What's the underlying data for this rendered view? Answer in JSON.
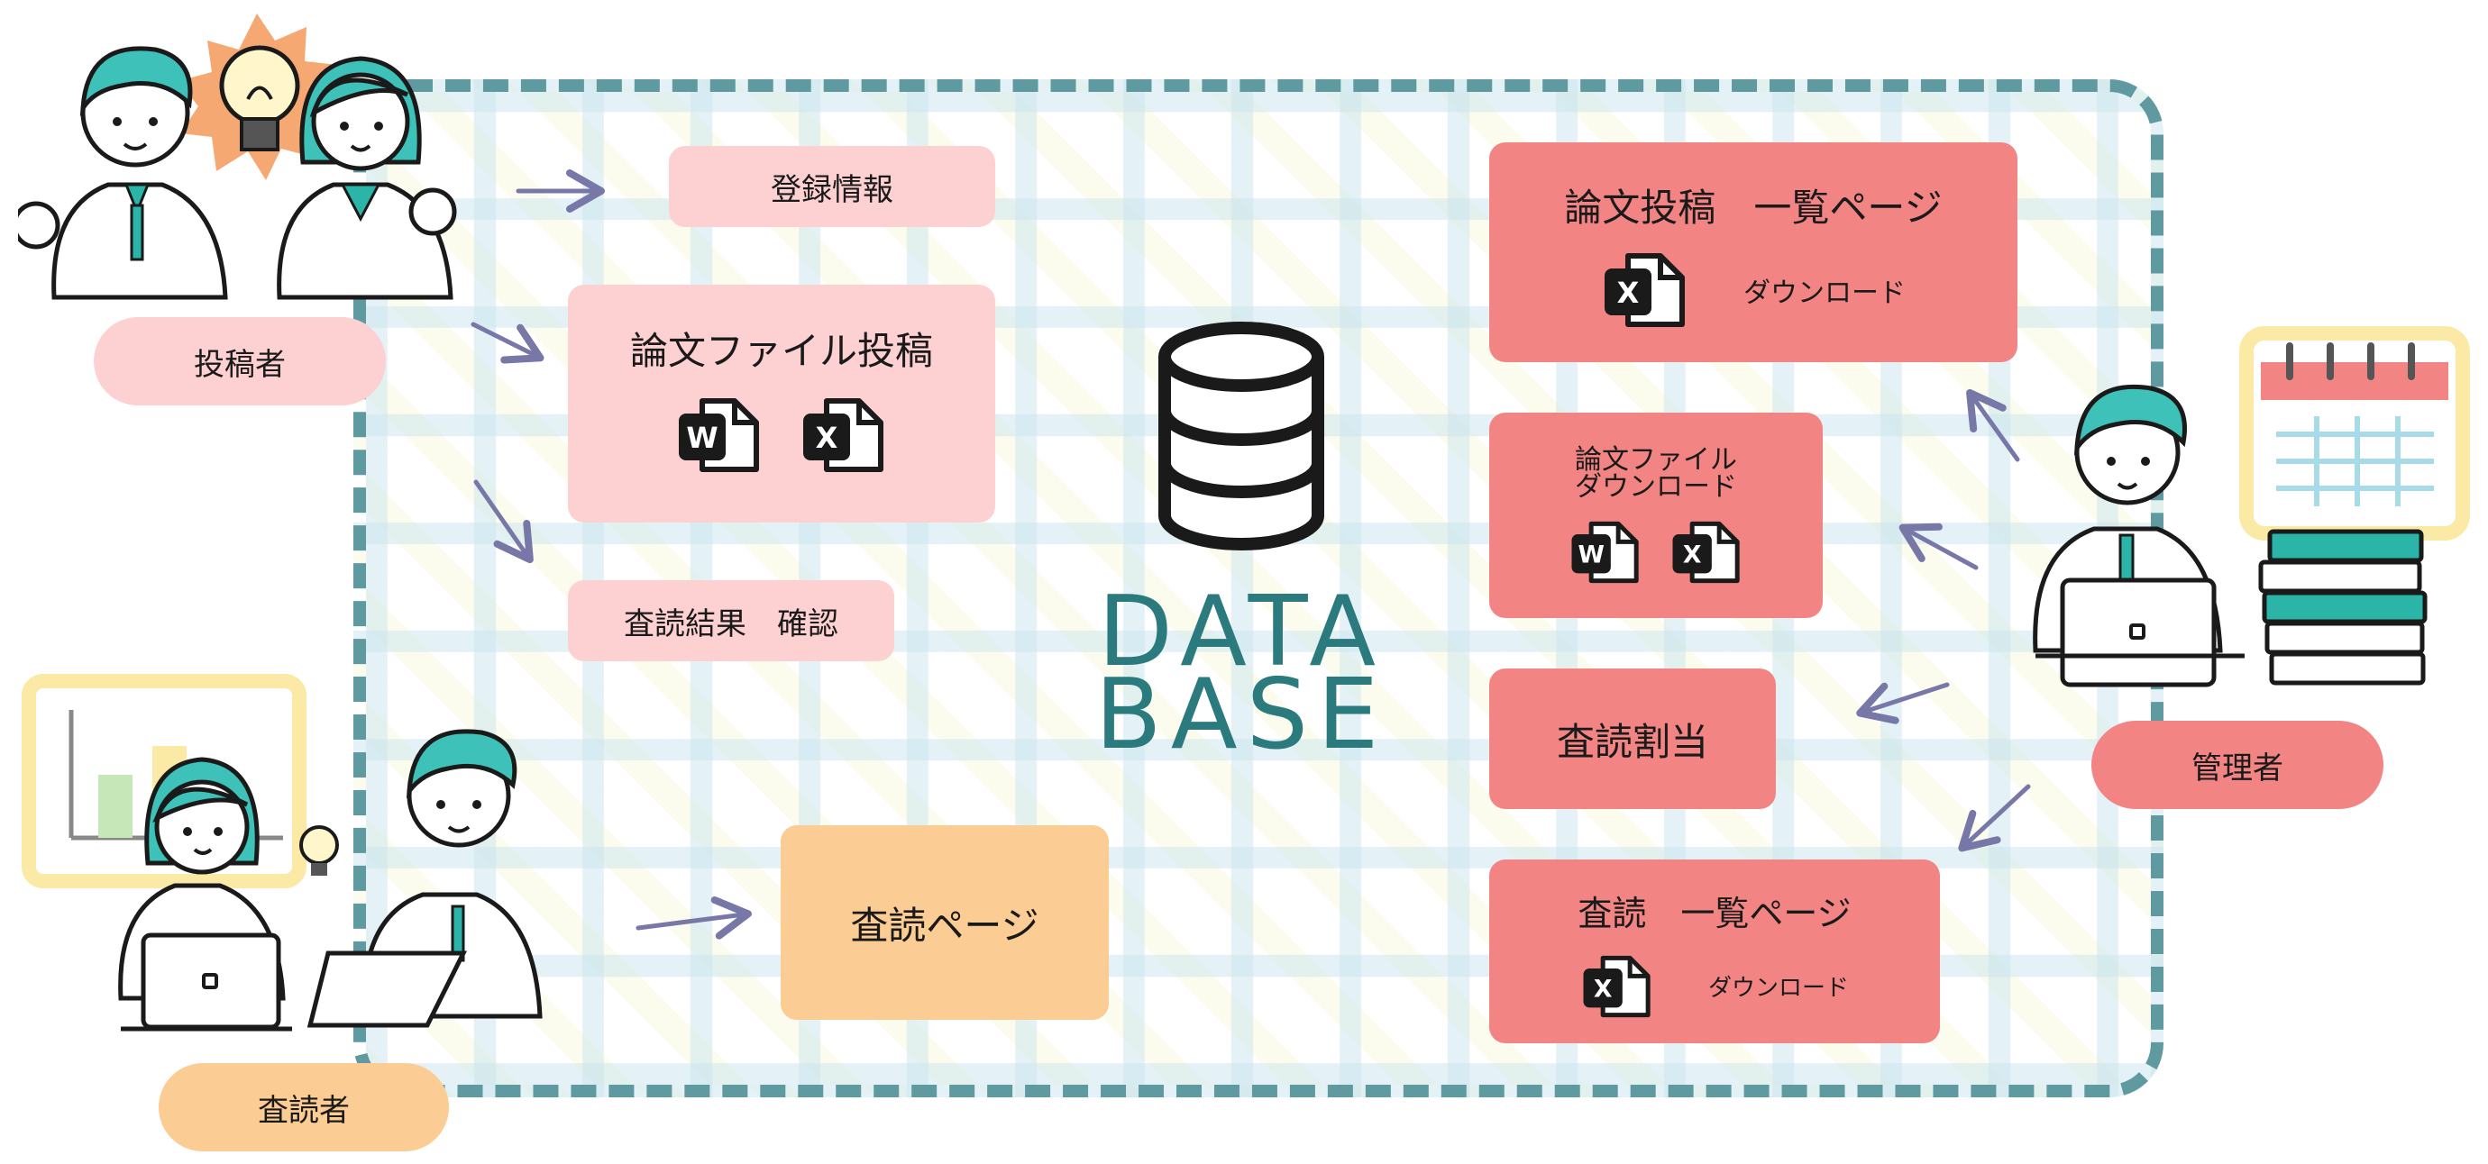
{
  "roles": {
    "submitter": "投稿者",
    "reviewer": "査読者",
    "admin": "管理者"
  },
  "submitter_boxes": {
    "registration": "登録情報",
    "paper_submit": "論文ファイル投稿",
    "review_result": "査読結果　確認"
  },
  "reviewer_boxes": {
    "review_page": "査読ページ"
  },
  "admin_boxes": {
    "paper_list": "論文投稿　一覧ページ",
    "paper_list_download": "ダウンロード",
    "paper_file_download_line1": "論文ファイル",
    "paper_file_download_line2": "ダウンロード",
    "review_assign": "査読割当",
    "review_list": "査読　一覧ページ",
    "review_list_download": "ダウンロード"
  },
  "database": {
    "line1": "DATA",
    "line2": "BASE"
  },
  "colors": {
    "frame": "#5f9aa0",
    "light_pink": "#fdd1d1",
    "dark_pink": "#f28484",
    "orange": "#fbcc93",
    "teal_text": "#2b7a7e",
    "arrow": "#7777a8"
  },
  "icons": [
    "word-icon",
    "excel-icon",
    "database-icon",
    "lightbulb-icon",
    "calendar-icon",
    "chart-icon",
    "books-icon",
    "laptop-icon"
  ]
}
